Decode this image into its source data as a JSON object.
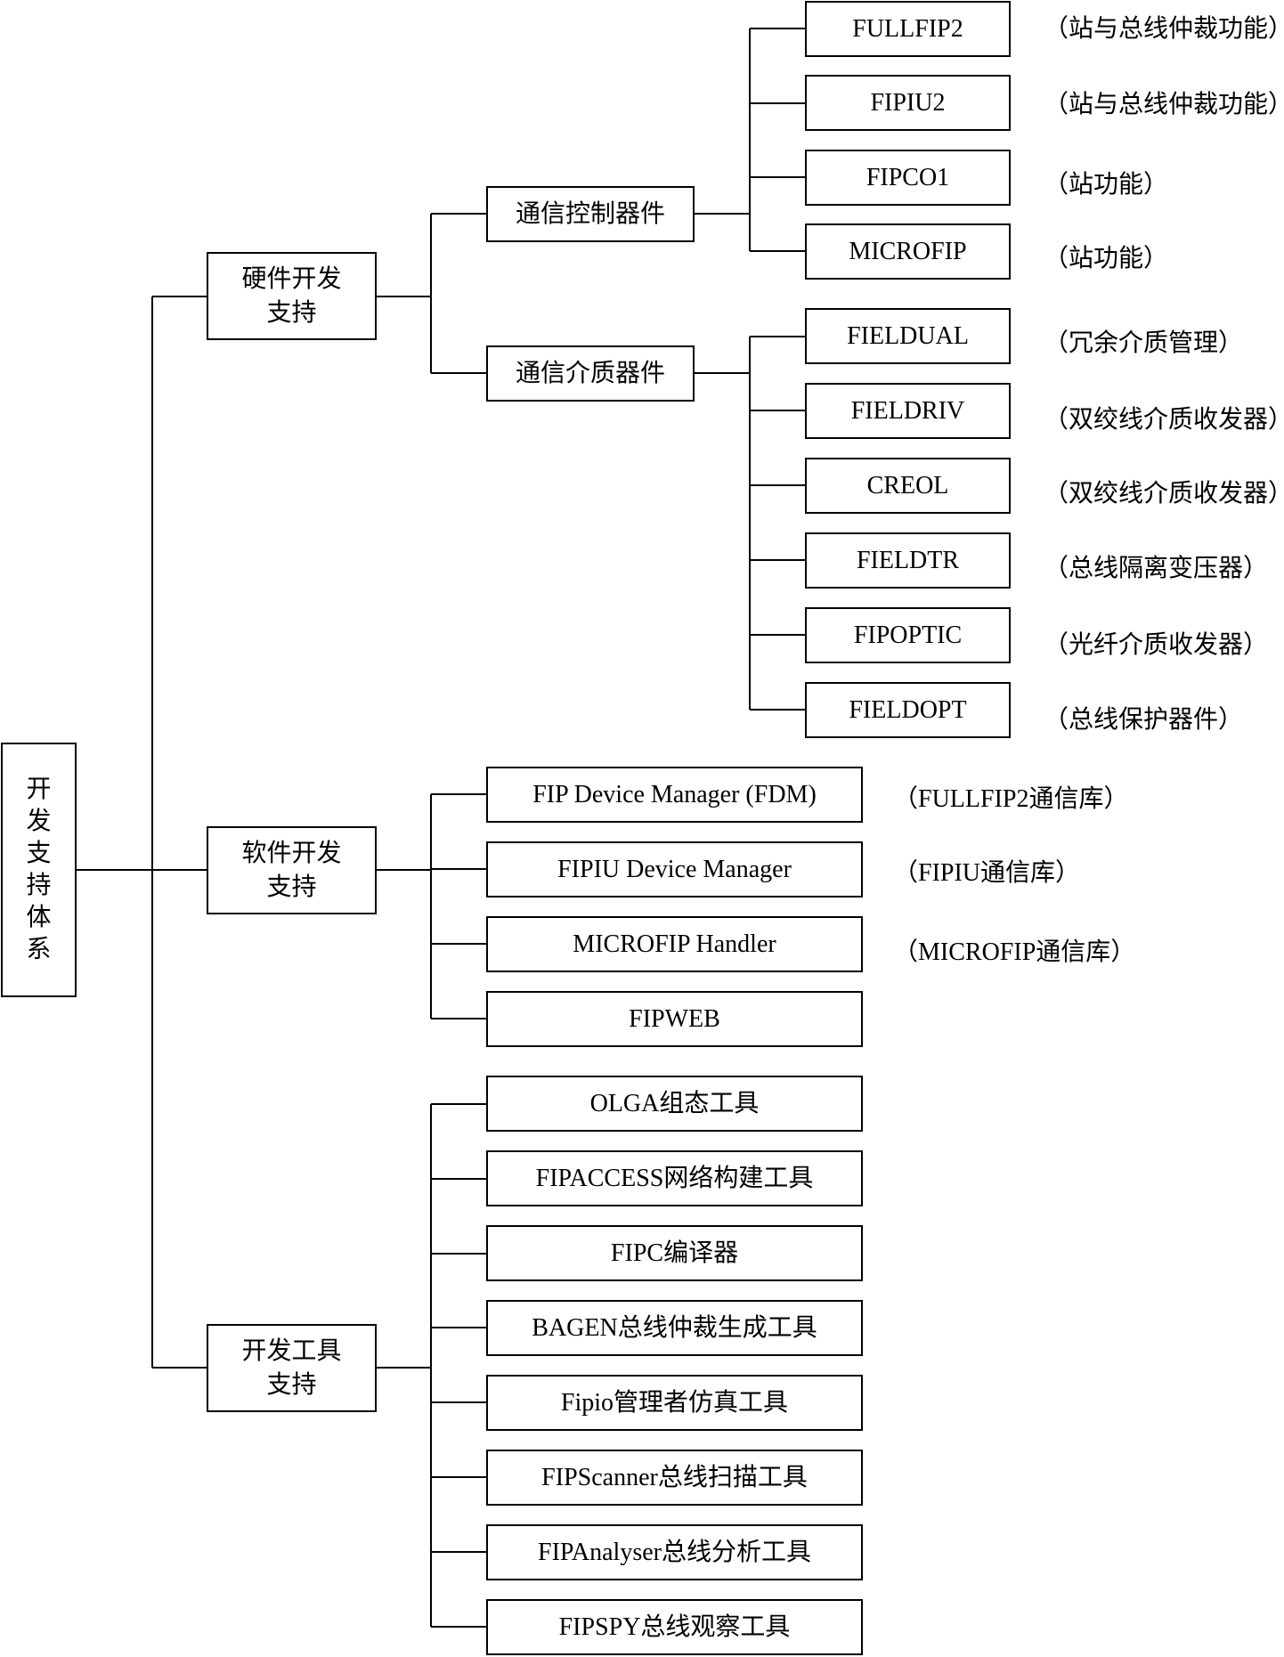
{
  "root": {
    "label": "开发支持体系"
  },
  "branches": [
    {
      "label_lines": [
        "硬件开发",
        "支持"
      ],
      "subgroups": [
        {
          "label": "通信控制器件",
          "items": [
            {
              "label": "FULLFIP2",
              "note": "（站与总线仲裁功能）"
            },
            {
              "label": "FIPIU2",
              "note": "（站与总线仲裁功能）"
            },
            {
              "label": "FIPCO1",
              "note": "（站功能）"
            },
            {
              "label": "MICROFIP",
              "note": "（站功能）"
            }
          ]
        },
        {
          "label": "通信介质器件",
          "items": [
            {
              "label": "FIELDUAL",
              "note": "（冗余介质管理）"
            },
            {
              "label": "FIELDRIV",
              "note": "（双绞线介质收发器）"
            },
            {
              "label": "CREOL",
              "note": "（双绞线介质收发器）"
            },
            {
              "label": "FIELDTR",
              "note": "（总线隔离变压器）"
            },
            {
              "label": "FIPOPTIC",
              "note": "（光纤介质收发器）"
            },
            {
              "label": "FIELDOPT",
              "note": "（总线保护器件）"
            }
          ]
        }
      ]
    },
    {
      "label_lines": [
        "软件开发",
        "支持"
      ],
      "items": [
        {
          "label": "FIP Device Manager (FDM)",
          "note": "（FULLFIP2通信库）"
        },
        {
          "label": "FIPIU Device Manager",
          "note": "（FIPIU通信库）"
        },
        {
          "label": "MICROFIP Handler",
          "note": "（MICROFIP通信库）"
        },
        {
          "label": "FIPWEB",
          "note": ""
        }
      ]
    },
    {
      "label_lines": [
        "开发工具",
        "支持"
      ],
      "items": [
        {
          "label": "OLGA组态工具"
        },
        {
          "label": "FIPACCESS网络构建工具"
        },
        {
          "label": "FIPC编译器"
        },
        {
          "label": "BAGEN总线仲裁生成工具"
        },
        {
          "label": "Fipio管理者仿真工具"
        },
        {
          "label": "FIPScanner总线扫描工具"
        },
        {
          "label": "FIPAnalyser总线分析工具"
        },
        {
          "label": "FIPSPY总线观察工具"
        }
      ]
    }
  ]
}
